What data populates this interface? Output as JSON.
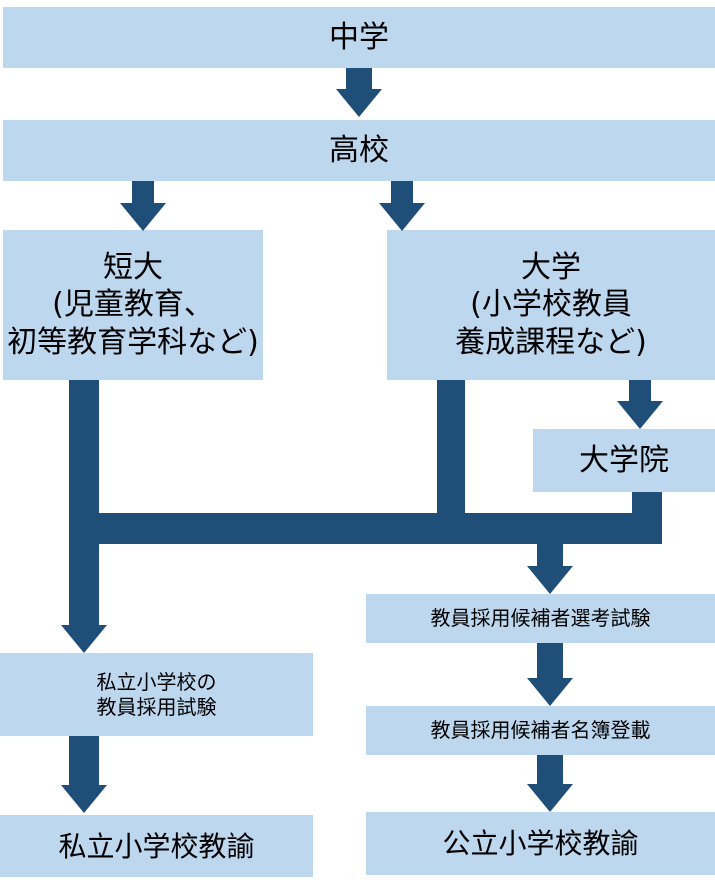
{
  "diagram": {
    "title": "小学校教諭になるまでの流れ",
    "colors": {
      "box_fill": "#bdd7ee",
      "arrow": "#1f4e79",
      "text": "#000000"
    },
    "nodes": {
      "middle_school": "中学",
      "high_school": "高校",
      "junior_college": "短大\n(児童教育、\n初等教育学科など)",
      "university": "大学\n(小学校教員\n養成課程など)",
      "graduate_school": "大学院",
      "public_exam": "教員採用候補者選考試験",
      "private_exam": "私立小学校の\n教員採用試験",
      "candidate_list": "教員採用候補者名簿登載",
      "private_teacher": "私立小学校教諭",
      "public_teacher": "公立小学校教諭"
    },
    "edges": [
      {
        "from": "中学",
        "to": "高校"
      },
      {
        "from": "高校",
        "to": "短大"
      },
      {
        "from": "高校",
        "to": "大学"
      },
      {
        "from": "大学",
        "to": "大学院"
      },
      {
        "from": "短大",
        "to": "私立小学校の教員採用試験"
      },
      {
        "from": "短大",
        "to": "教員採用候補者選考試験"
      },
      {
        "from": "大学",
        "to": "教員採用候補者選考試験"
      },
      {
        "from": "大学院",
        "to": "教員採用候補者選考試験"
      },
      {
        "from": "教員採用候補者選考試験",
        "to": "教員採用候補者名簿登載"
      },
      {
        "from": "教員採用候補者名簿登載",
        "to": "公立小学校教諭"
      },
      {
        "from": "私立小学校の教員採用試験",
        "to": "私立小学校教諭"
      }
    ]
  }
}
